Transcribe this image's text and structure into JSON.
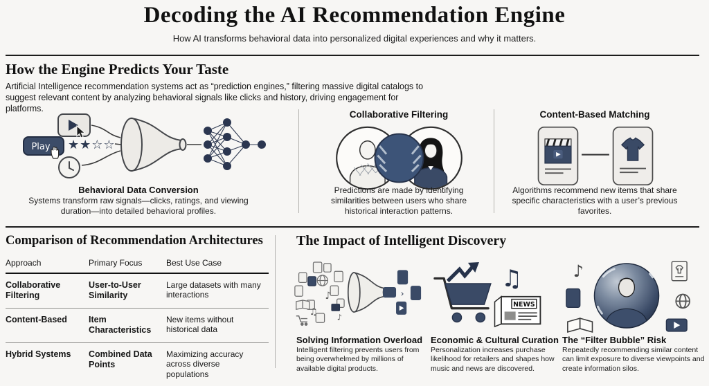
{
  "header": {
    "title": "Decoding the AI Recommendation Engine",
    "subtitle": "How AI transforms behavioral data into personalized digital experiences and why it matters."
  },
  "section_taste": {
    "heading": "How the Engine Predicts Your Taste",
    "description": "Artificial Intelligence recommendation systems act as “prediction engines,” filtering massive digital catalogs to suggest relevant content by analyzing behavioral signals like clicks and history, driving engagement for platforms.",
    "columns": [
      {
        "title": "Behavioral Data Conversion",
        "text": "Systems transform raw signals—clicks, ratings, and viewing duration—into detailed behavioral profiles.",
        "play_label": "Play",
        "star_rating": "★★☆☆"
      },
      {
        "title": "Collaborative Filtering",
        "text": "Predictions are made by identifying similarities between users who share historical interaction patterns."
      },
      {
        "title": "Content-Based Matching",
        "text": "Algorithms recommend new items that share specific characteristics with a user’s previous favorites."
      }
    ]
  },
  "section_table": {
    "heading": "Comparison of Recommendation Architectures",
    "columns": [
      "Approach",
      "Primary Focus",
      "Best Use Case"
    ],
    "rows": [
      {
        "approach": "Collaborative Filtering",
        "focus": "User-to-User Similarity",
        "use_case": "Large datasets with many interactions"
      },
      {
        "approach": "Content-Based",
        "focus": "Item Characteristics",
        "use_case": "New items without historical data"
      },
      {
        "approach": "Hybrid Systems",
        "focus": "Combined Data Points",
        "use_case": "Maximizing accuracy across diverse populations"
      }
    ]
  },
  "section_impact": {
    "heading": "The Impact of Intelligent Discovery",
    "items": [
      {
        "title": "Solving Information Overload",
        "text": "Intelligent filtering prevents users from being overwhelmed by millions of available digital products."
      },
      {
        "title": "Economic & Cultural Curation",
        "text": "Personalization increases purchase likelihood for retailers and shapes how music and news are discovered.",
        "news_label": "NEWS"
      },
      {
        "title": "The “Filter Bubble” Risk",
        "text": "Repeatedly recommending similar content can limit exposure to diverse viewpoints and create information silos."
      }
    ]
  },
  "colors": {
    "navy": "#3a4a66",
    "navy_dark": "#26324a",
    "light_fill": "#edebe7",
    "background": "#f7f6f4",
    "rule_dark": "#1c1c1c",
    "divider_gray": "#b3b2af"
  }
}
